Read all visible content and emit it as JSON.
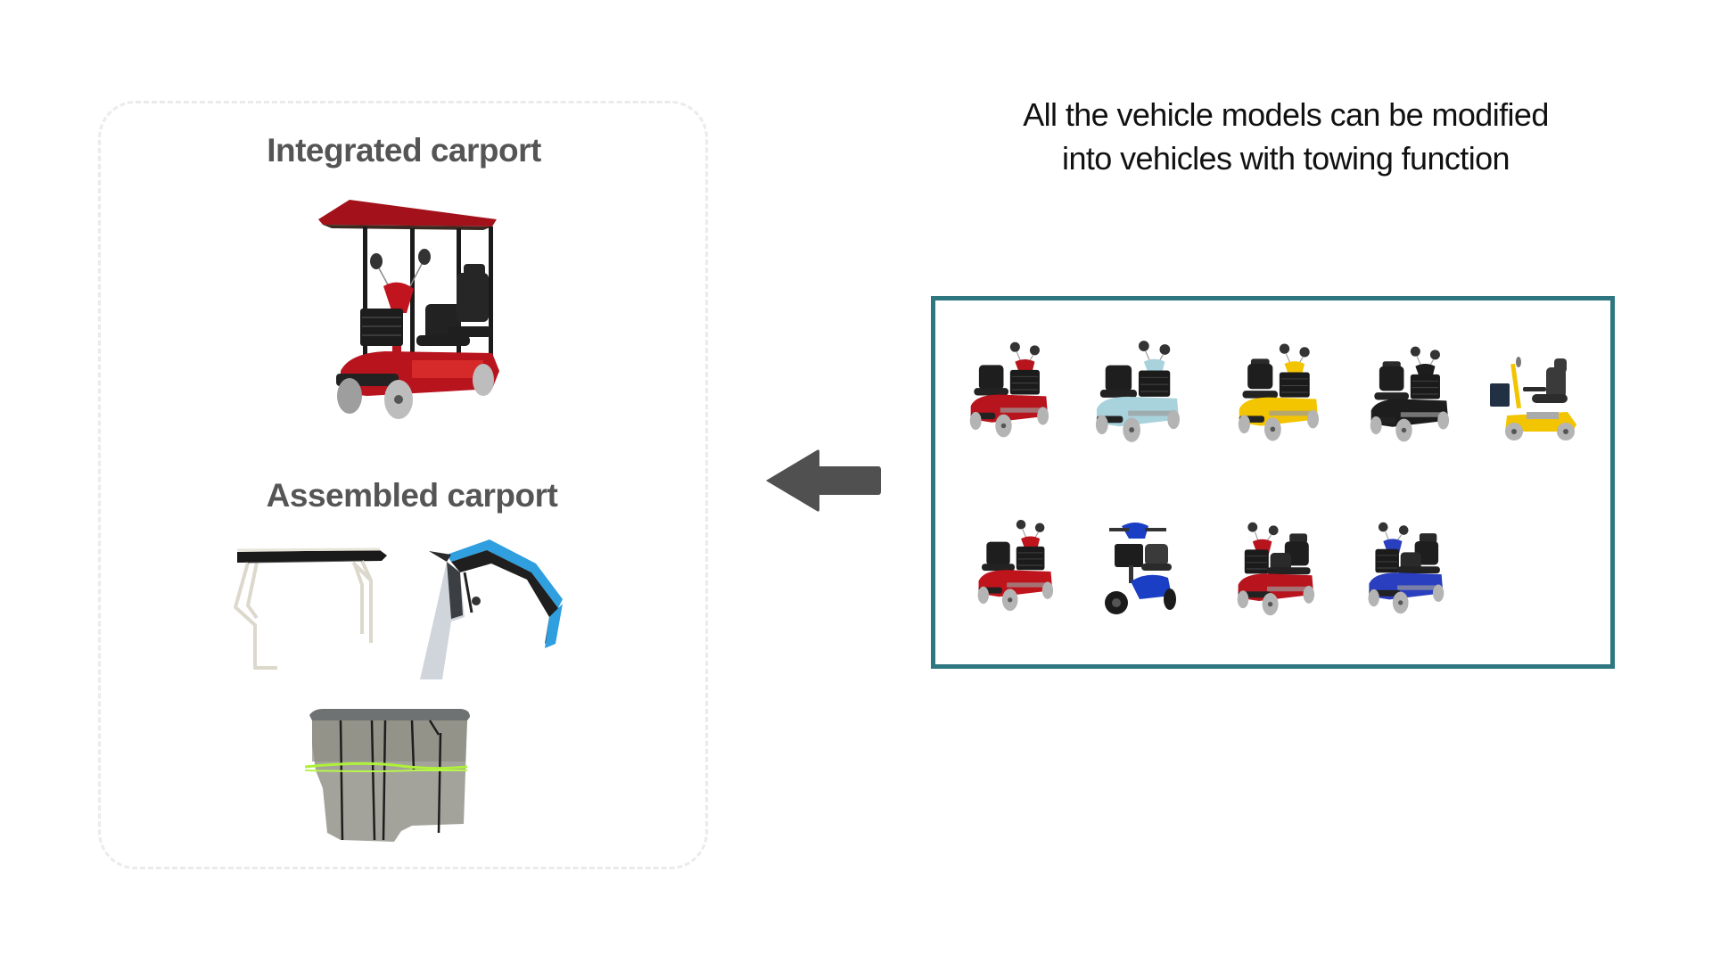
{
  "left_panel": {
    "integrated": {
      "title": "Integrated carport",
      "image": {
        "icon": "red-scooter-with-integrated-canopy-image",
        "canopy_color": "#a3121b",
        "body_color": "#b8141e"
      }
    },
    "assembled": {
      "title": "Assembled carport",
      "images": [
        {
          "icon": "white-frame-canopy-image",
          "frame_color": "#e6e2d6",
          "roof_color": "#1a1a1a"
        },
        {
          "icon": "blue-canopy-frame-image",
          "roof_color": "#2f9fdf",
          "frame_color": "#222222"
        },
        {
          "icon": "transparent-enclosure-image",
          "panel_color": "#9a9a92",
          "stripe_color": "#aef03a"
        }
      ]
    }
  },
  "arrow": {
    "icon": "arrow-left-icon",
    "color": "#505050"
  },
  "caption": {
    "line1": "All the vehicle models can be modified",
    "line2": "into vehicles with towing function"
  },
  "models_box": {
    "border_color": "#2e7680",
    "scooters": [
      {
        "icon": "red-4-wheel-scooter-image",
        "color": "#b8141e"
      },
      {
        "icon": "light-blue-4-wheel-scooter-image",
        "color": "#a9d3dc"
      },
      {
        "icon": "yellow-4-wheel-scooter-image",
        "color": "#f3c400"
      },
      {
        "icon": "black-4-wheel-scooter-image",
        "color": "#1d1d1d"
      },
      {
        "icon": "yellow-side-view-scooter-image",
        "color": "#f3c400"
      },
      {
        "icon": "red-compact-scooter-image",
        "color": "#c0141c"
      },
      {
        "icon": "blue-3-wheel-scooter-image",
        "color": "#1b3fc4"
      },
      {
        "icon": "red-double-seat-scooter-image",
        "color": "#b8141e"
      },
      {
        "icon": "blue-double-seat-scooter-image",
        "color": "#2a3fbf"
      }
    ]
  }
}
